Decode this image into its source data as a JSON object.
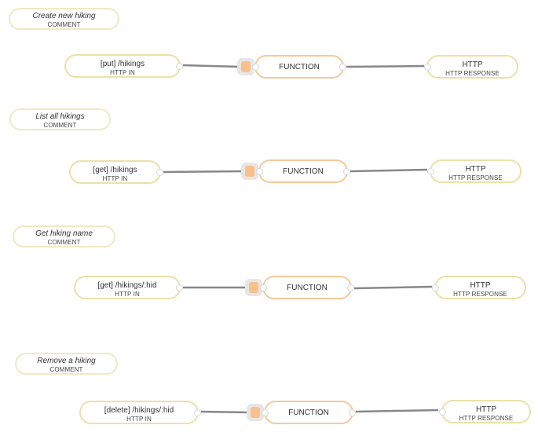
{
  "flows": [
    {
      "comment": {
        "title": "Create new hiking",
        "type": "COMMENT"
      },
      "http_in": {
        "title": "[put] /hikings",
        "type": "HTTP IN"
      },
      "function": {
        "title": "FUNCTION"
      },
      "http_response": {
        "title": "HTTP",
        "type": "HTTP RESPONSE"
      }
    },
    {
      "comment": {
        "title": "List all hikings",
        "type": "COMMENT"
      },
      "http_in": {
        "title": "[get] /hikings",
        "type": "HTTP IN"
      },
      "function": {
        "title": "FUNCTION"
      },
      "http_response": {
        "title": "HTTP",
        "type": "HTTP RESPONSE"
      }
    },
    {
      "comment": {
        "title": "Get hiking name",
        "type": "COMMENT"
      },
      "http_in": {
        "title": "[get] /hikings/:hid",
        "type": "HTTP IN"
      },
      "function": {
        "title": "FUNCTION"
      },
      "http_response": {
        "title": "HTTP",
        "type": "HTTP RESPONSE"
      }
    },
    {
      "comment": {
        "title": "Remove a hiking",
        "type": "COMMENT"
      },
      "http_in": {
        "title": "[delete] /hikings/:hid",
        "type": "HTTP IN"
      },
      "function": {
        "title": "FUNCTION"
      },
      "http_response": {
        "title": "HTTP",
        "type": "HTTP RESPONSE"
      }
    }
  ],
  "colors": {
    "comment_border": "#ecebc3",
    "http_border": "#e8e2a8",
    "function_border": "#f5c99a",
    "function_button": "#fac08a",
    "wire": "#888888"
  }
}
